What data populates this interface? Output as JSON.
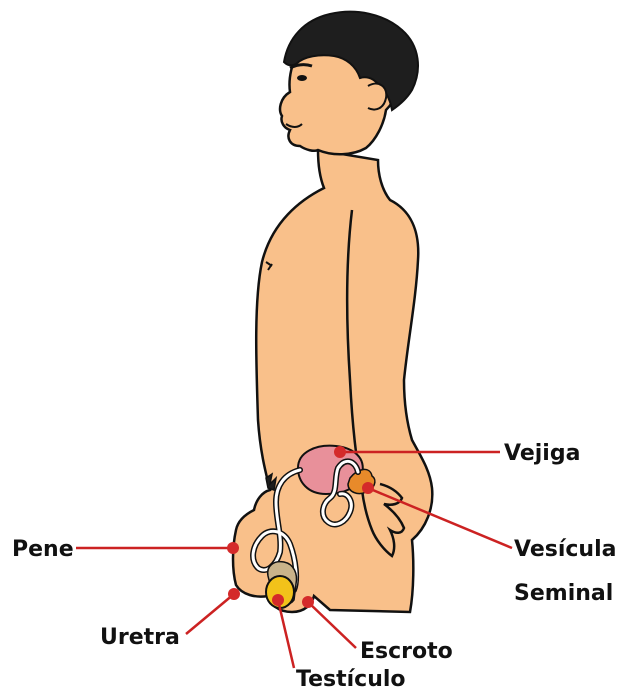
{
  "labels": {
    "vejiga": "Vejiga",
    "vesicula_line1": "Vesícula",
    "vesicula_line2": "Seminal",
    "pene": "Pene",
    "uretra": "Uretra",
    "escroto": "Escroto",
    "testiculo": "Testículo"
  },
  "colors": {
    "skin": "#f9c08a",
    "outline": "#111111",
    "hair": "#1e1e1e",
    "bladder": "#e8909a",
    "seminal_vesicle": "#e88a2a",
    "testicle": "#f2c21a",
    "leader_line": "#cc2222",
    "dot": "#d42a2a"
  }
}
